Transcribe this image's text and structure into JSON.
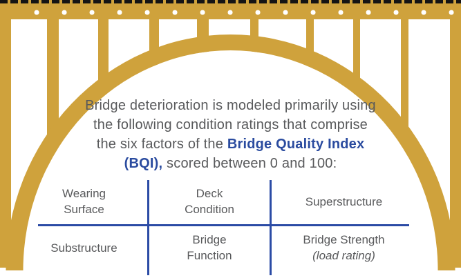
{
  "colors": {
    "gold": "#CFA23C",
    "text_gray": "#58595B",
    "highlight_blue": "#2A4B9F",
    "divider_blue": "#2B4BA5",
    "dash_black": "#141414",
    "dot_white": "#FFFFFF",
    "background": "#FFFFFF"
  },
  "paragraph": {
    "lines": [
      {
        "text": "Bridge deterioration is modeled primarily using"
      },
      {
        "text": "the following condition ratings that comprise"
      },
      {
        "pre": "the six factors of the ",
        "bold": "Bridge Quality Index"
      },
      {
        "bold": "(BQI),",
        "post": " scored between 0 and 100:"
      }
    ]
  },
  "table": {
    "cells": [
      {
        "lines": [
          "Wearing",
          "Surface"
        ]
      },
      {
        "lines": [
          "Deck",
          "Condition"
        ]
      },
      {
        "lines": [
          "Superstructure"
        ]
      },
      {
        "lines": [
          "Substructure"
        ]
      },
      {
        "lines": [
          "Bridge",
          "Function"
        ]
      },
      {
        "lines": [
          "Bridge Strength"
        ],
        "italic_line": "(load rating)"
      }
    ]
  }
}
